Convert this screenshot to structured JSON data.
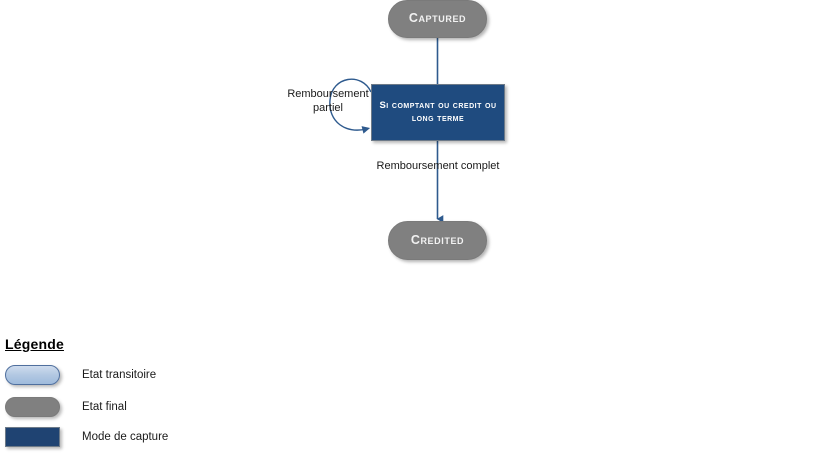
{
  "diagram": {
    "accent_blue": "#1f4b7f",
    "state_gray": "#808080",
    "transitory_blue": "#b2c8e2",
    "connector_color": "#2e5a8e",
    "nodes": [
      {
        "id": "captured",
        "label": "Captured",
        "type": "final-state"
      },
      {
        "id": "mode-capture",
        "label": "Si comptant ou credit ou long terme",
        "type": "capture-mode"
      },
      {
        "id": "credited",
        "label": "Credited",
        "type": "final-state"
      }
    ],
    "edges": [
      {
        "id": "self-loop",
        "label": "Remboursement\npartiel",
        "from": "mode-capture",
        "to": "mode-capture"
      },
      {
        "id": "to-credited",
        "label": "Remboursement complet",
        "from": "mode-capture",
        "to": "credited"
      }
    ]
  },
  "legend": {
    "title": "Légende",
    "items": [
      {
        "label": "Etat transitoire",
        "swatch": "transitory-state-swatch"
      },
      {
        "label": "Etat final",
        "swatch": "final-state-swatch"
      },
      {
        "label": "Mode de capture",
        "swatch": "capture-mode-swatch"
      }
    ]
  }
}
